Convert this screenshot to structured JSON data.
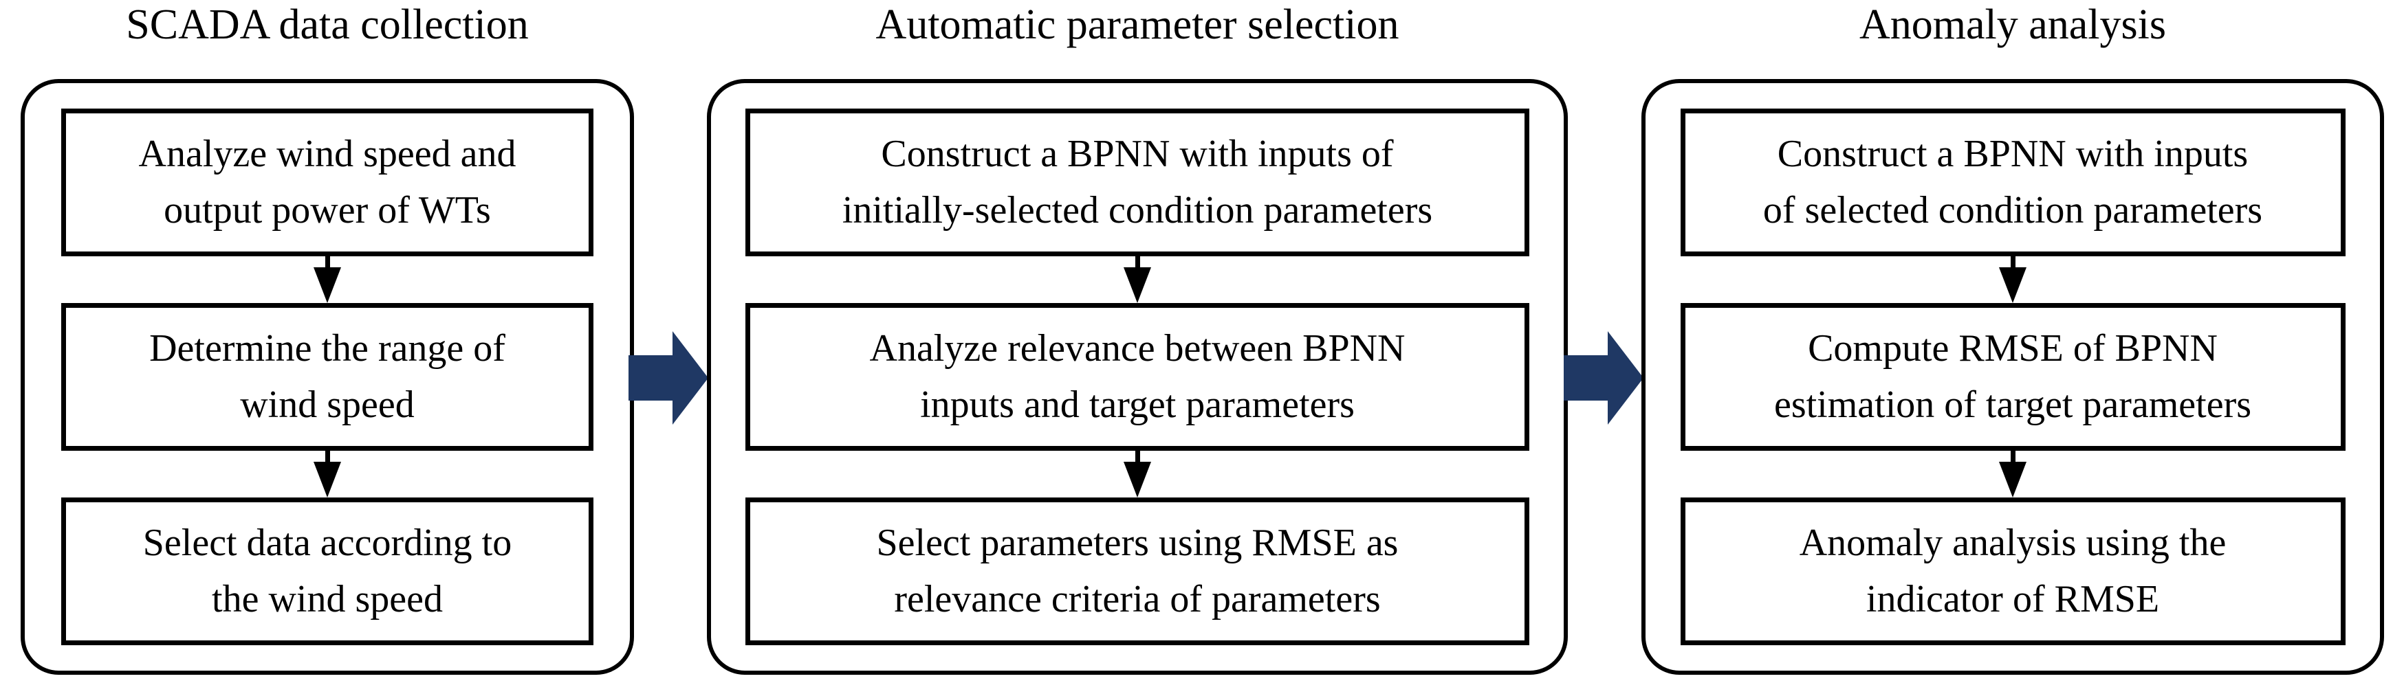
{
  "figure": {
    "type": "flowchart",
    "background_color": "#ffffff",
    "line_color": "#000000",
    "block_arrow_color": "#1f3864"
  },
  "columns": [
    {
      "title": "SCADA data collection",
      "steps": [
        "Analyze wind speed and\noutput power of WTs",
        "Determine the range of\nwind speed",
        "Select data according to\nthe wind speed"
      ]
    },
    {
      "title": "Automatic parameter selection",
      "steps": [
        "Construct a BPNN with inputs of\ninitially-selected condition parameters",
        "Analyze relevance between BPNN\ninputs and target parameters",
        "Select parameters using RMSE as\nrelevance criteria of parameters"
      ]
    },
    {
      "title": "Anomaly analysis",
      "steps": [
        "Construct a BPNN with inputs\nof selected condition parameters",
        "Compute RMSE of BPNN\nestimation of target parameters",
        "Anomaly analysis using the\nindicator of RMSE"
      ]
    }
  ],
  "connectors": {
    "between_steps_icon": "down-arrow-icon",
    "between_columns_icon": "right-arrow-icon"
  }
}
